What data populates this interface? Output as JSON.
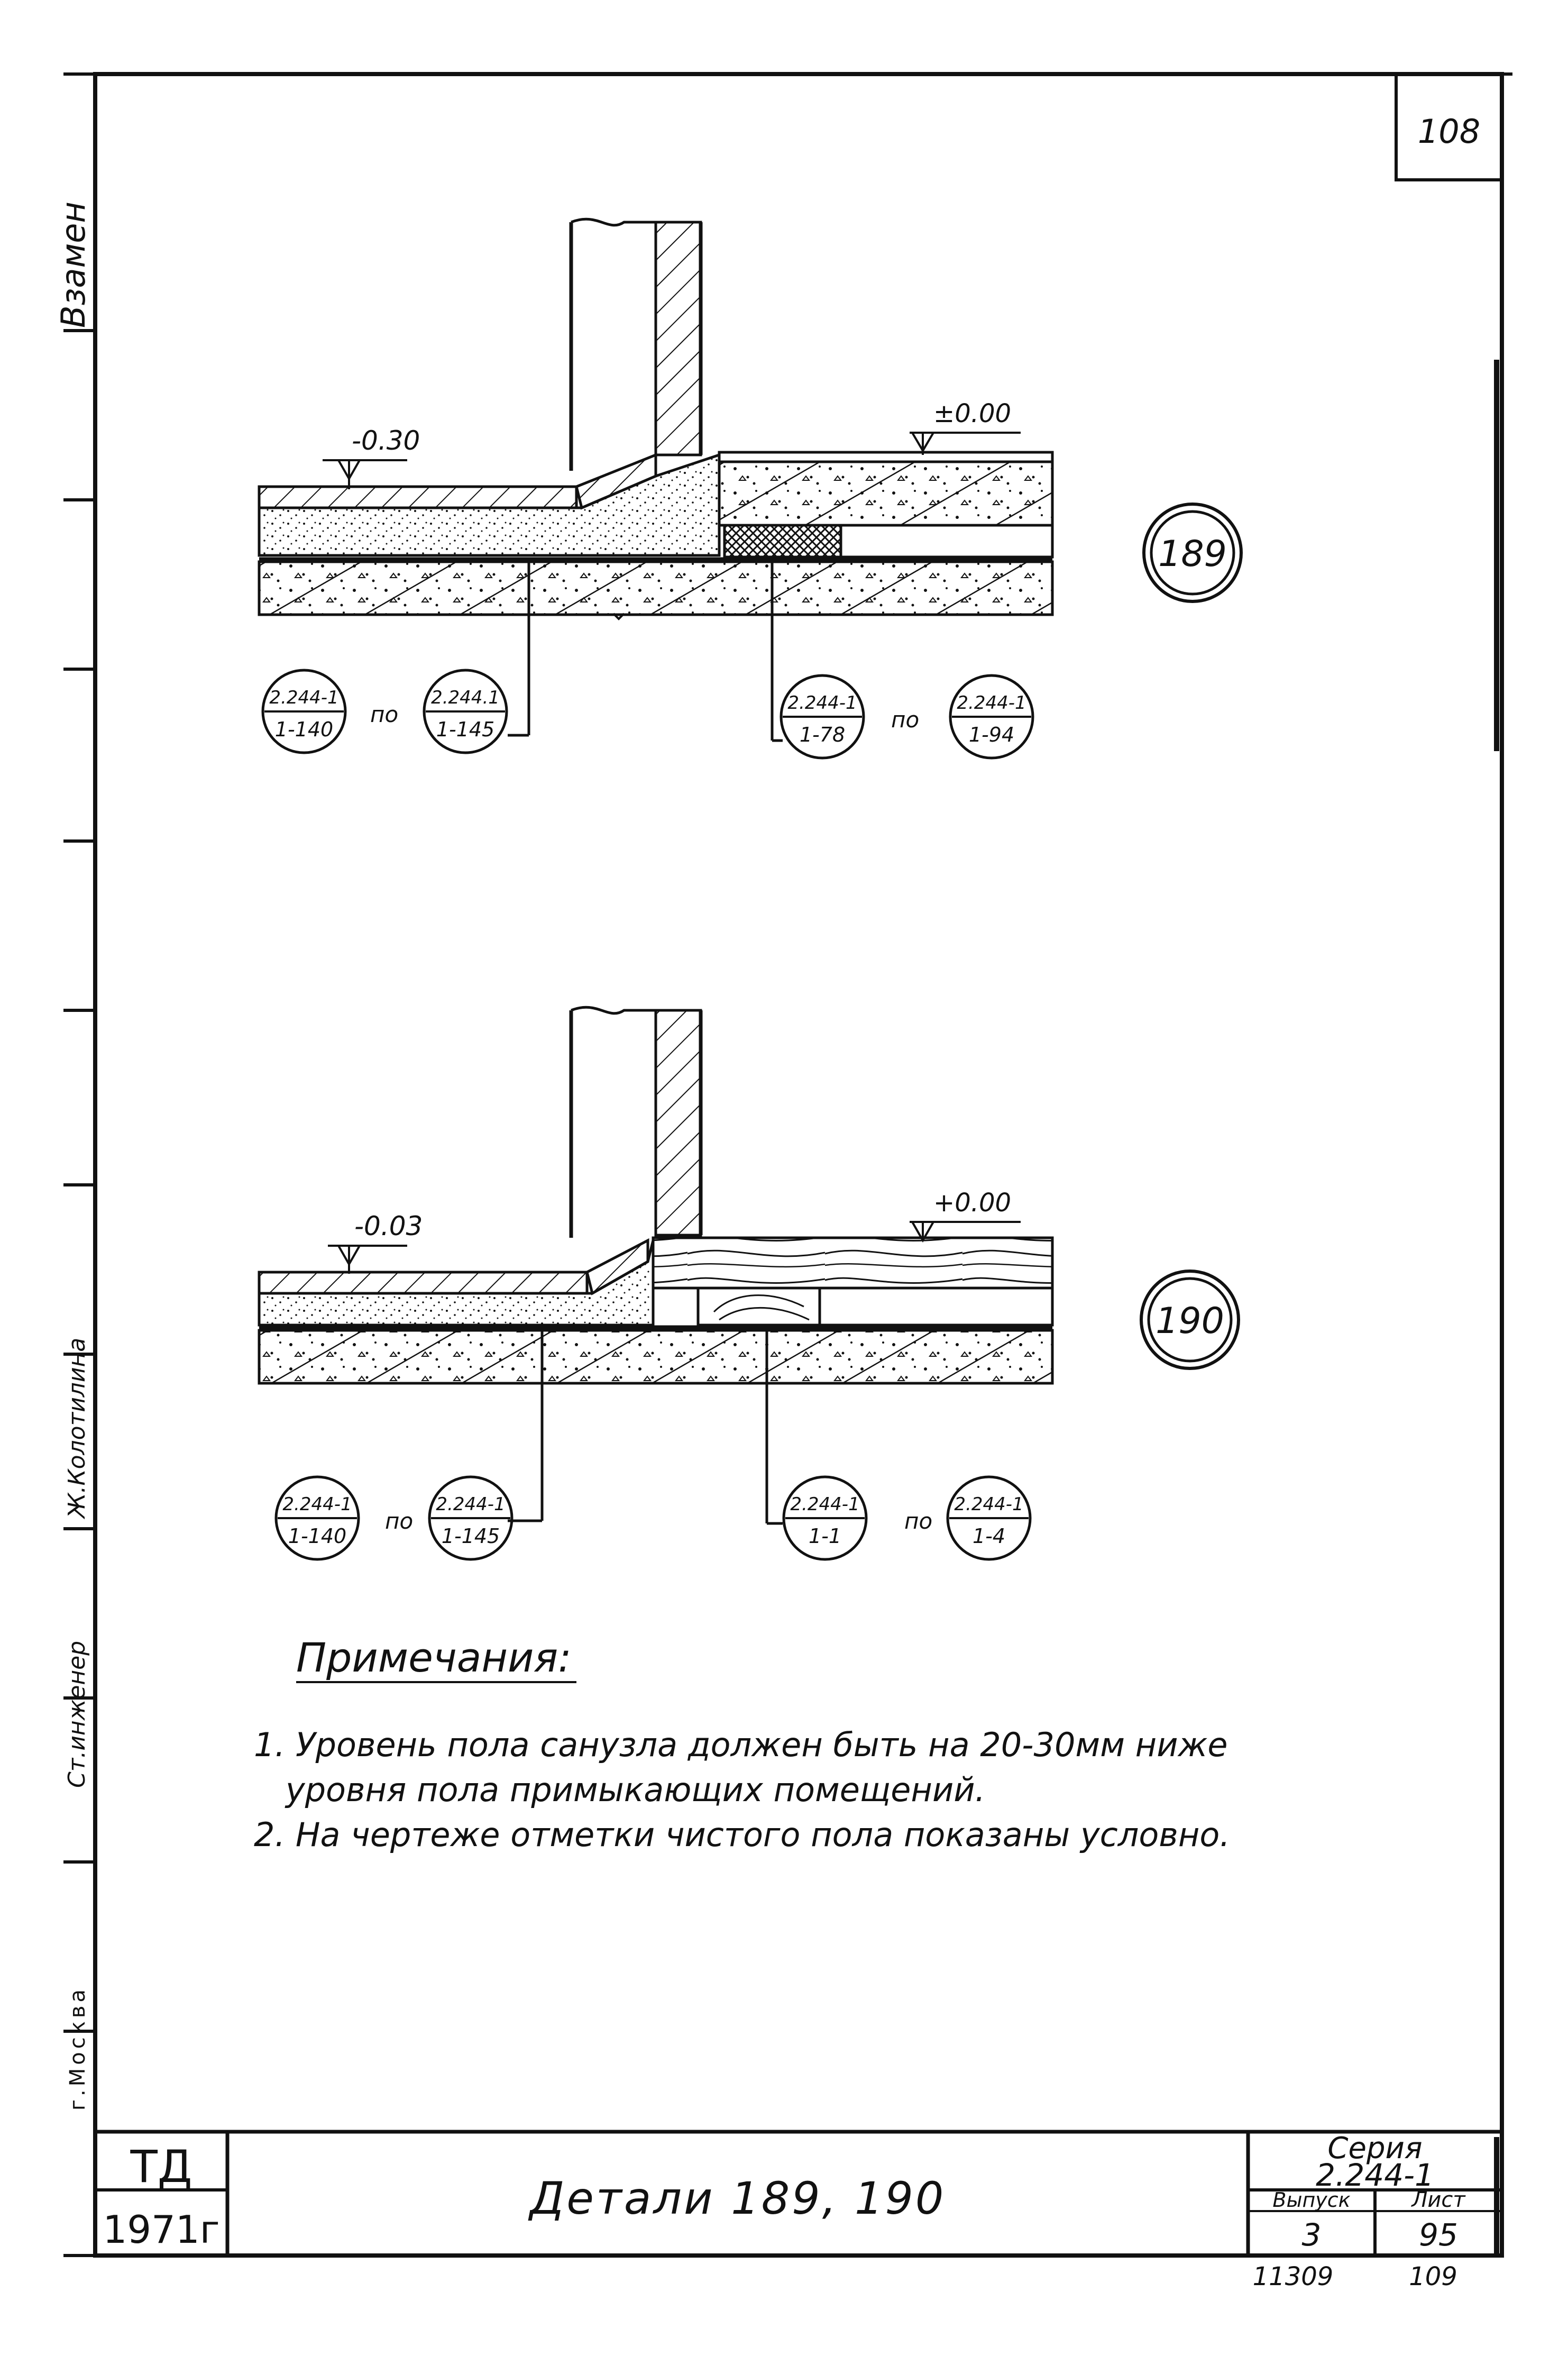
{
  "sheet": {
    "page_number": "108",
    "side_labels": {
      "replace": "Взамен",
      "designer": "Ж.Колотилина",
      "senior_engineer": "Ст.инженер",
      "city": "г.Москва"
    }
  },
  "detail_189": {
    "number": "189",
    "level_left": "-0.30",
    "level_right": "±0.00",
    "refs_left": {
      "from_top": "2.244-1",
      "from_bottom": "1-140",
      "sep": "по",
      "to_top": "2.244.1",
      "to_bottom": "1-145"
    },
    "refs_right": {
      "from_top": "2.244-1",
      "from_bottom": "1-78",
      "sep": "по",
      "to_top": "2.244-1",
      "to_bottom": "1-94"
    }
  },
  "detail_190": {
    "number": "190",
    "level_left": "-0.03",
    "level_right": "+0.00",
    "refs_left": {
      "from_top": "2.244-1",
      "from_bottom": "1-140",
      "sep": "по",
      "to_top": "2.244-1",
      "to_bottom": "1-145"
    },
    "refs_right": {
      "from_top": "2.244-1",
      "from_bottom": "1-1",
      "sep": "по",
      "to_top": "2.244-1",
      "to_bottom": "1-4"
    }
  },
  "notes": {
    "title": "Примечания:",
    "items": [
      "1. Уровень пола санузла должен быть на 20-30мм ниже",
      "уровня пола примыкающих помещений.",
      "2. На чертеже отметки чистого пола показаны условно."
    ]
  },
  "title_block": {
    "org": "ТД",
    "year": "1971г",
    "title": "Детали 189, 190",
    "series_label": "Серия",
    "series_value": "2.244-1",
    "issue_label": "Выпуск",
    "issue_value": "3",
    "sheet_label": "Лист",
    "sheet_value": "95",
    "code_left": "11309",
    "code_right": "109"
  }
}
